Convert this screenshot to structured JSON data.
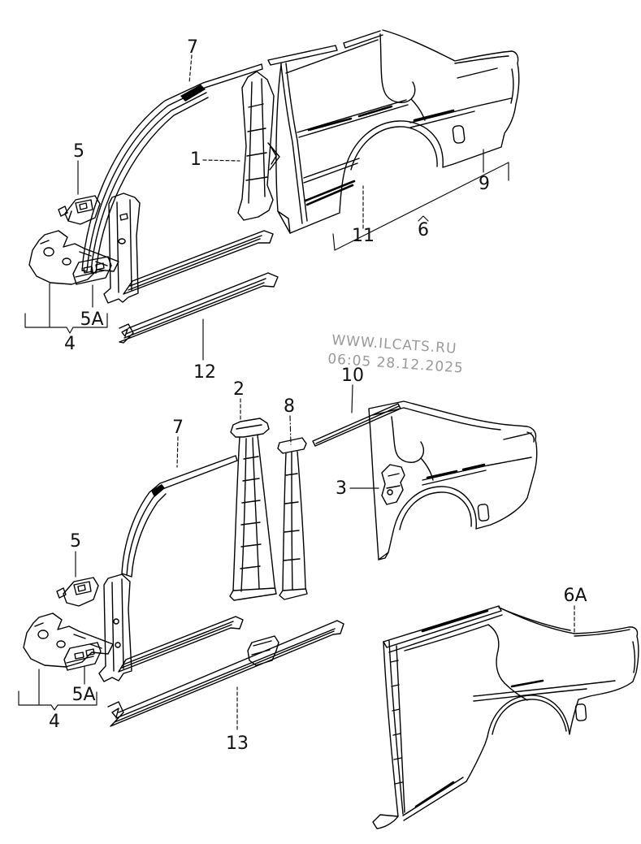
{
  "page": {
    "background": "#ffffff",
    "line_color": "#000000"
  },
  "watermark": {
    "line1": "WWW.ILCATS.RU",
    "line2": "06:05 28.12.2025",
    "color": "#9a9a9a"
  },
  "callouts": {
    "top": [
      {
        "text": "7"
      },
      {
        "text": "5"
      },
      {
        "text": "1"
      },
      {
        "text": "9"
      },
      {
        "text": "11"
      },
      {
        "text": "6"
      },
      {
        "text": "4"
      },
      {
        "text": "5A"
      },
      {
        "text": "12"
      }
    ],
    "middle": [
      {
        "text": "10"
      },
      {
        "text": "2"
      },
      {
        "text": "8"
      },
      {
        "text": "7"
      },
      {
        "text": "3"
      },
      {
        "text": "5"
      },
      {
        "text": "5A"
      },
      {
        "text": "4"
      },
      {
        "text": "13"
      }
    ],
    "bottom": [
      {
        "text": "6A"
      }
    ]
  }
}
